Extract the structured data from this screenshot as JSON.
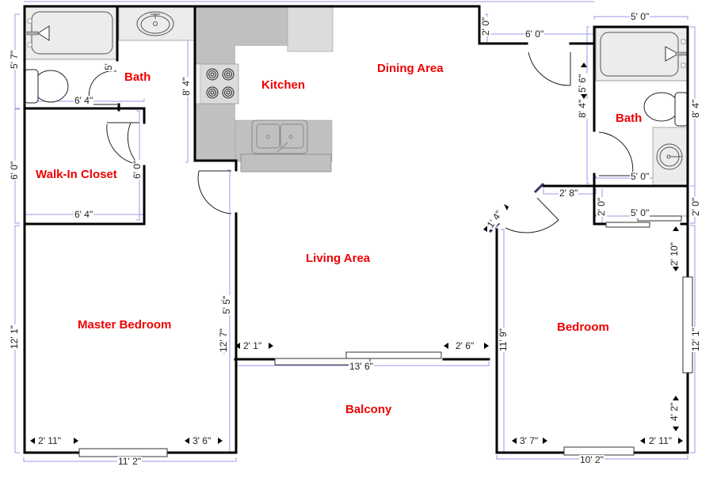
{
  "plan": {
    "colors": {
      "wall": "#000000",
      "counter": "#c0c0c0",
      "fixture_fill": "#ececec",
      "dimension_line": "#9999ee",
      "label": "#ee0000"
    },
    "rooms": {
      "bath_left": "Bath",
      "kitchen": "Kitchen",
      "dining": "Dining Area",
      "bath_right": "Bath",
      "closet": "Walk-In Closet",
      "living": "Living Area",
      "master_bedroom": "Master Bedroom",
      "bedroom": "Bedroom",
      "balcony": "Balcony"
    },
    "dimensions": {
      "bath_left_height": "5' 7\"",
      "bath_left_door": "5'",
      "bath_left_width": "6' 4\"",
      "kitchen_height": "8' 4\"",
      "dining_step": "2' 0\"",
      "entry_width": "6' 0\"",
      "entry_offset": "5' 6\"",
      "bath_right_top": "5' 0\"",
      "bath_right_height_inner": "8' 4\"",
      "bath_right_height_outer": "8' 4\"",
      "bath_right_width": "5' 0\"",
      "hall_width": "2' 8\"",
      "closet_right_height_inner": "2' 0\"",
      "closet_right_width": "5' 0\"",
      "closet_right_height_outer": "2' 0\"",
      "bedroom_door": "1' 4\"",
      "closet_height": "6' 0\"",
      "closet_door": "6' 0\"",
      "closet_width": "6' 4\"",
      "master_height": "12' 1\"",
      "master_inner_height": "12' 7\"",
      "master_door_offset": "5' 5\"",
      "balcony_left": "2' 1\"",
      "balcony_right": "2' 6\"",
      "balcony_width": "13' 6\"",
      "master_win_left": "2' 11\"",
      "master_win_right": "3' 6\"",
      "master_width": "11' 2\"",
      "bedroom_height": "11' 9\"",
      "bedroom_closet_gap": "2' 10\"",
      "bedroom_right_height": "12' 1\"",
      "bedroom_win_bottom": "4' 2\"",
      "bedroom_win_left": "3' 7\"",
      "bedroom_win_right": "2' 11\"",
      "bedroom_width": "10' 2\""
    }
  }
}
